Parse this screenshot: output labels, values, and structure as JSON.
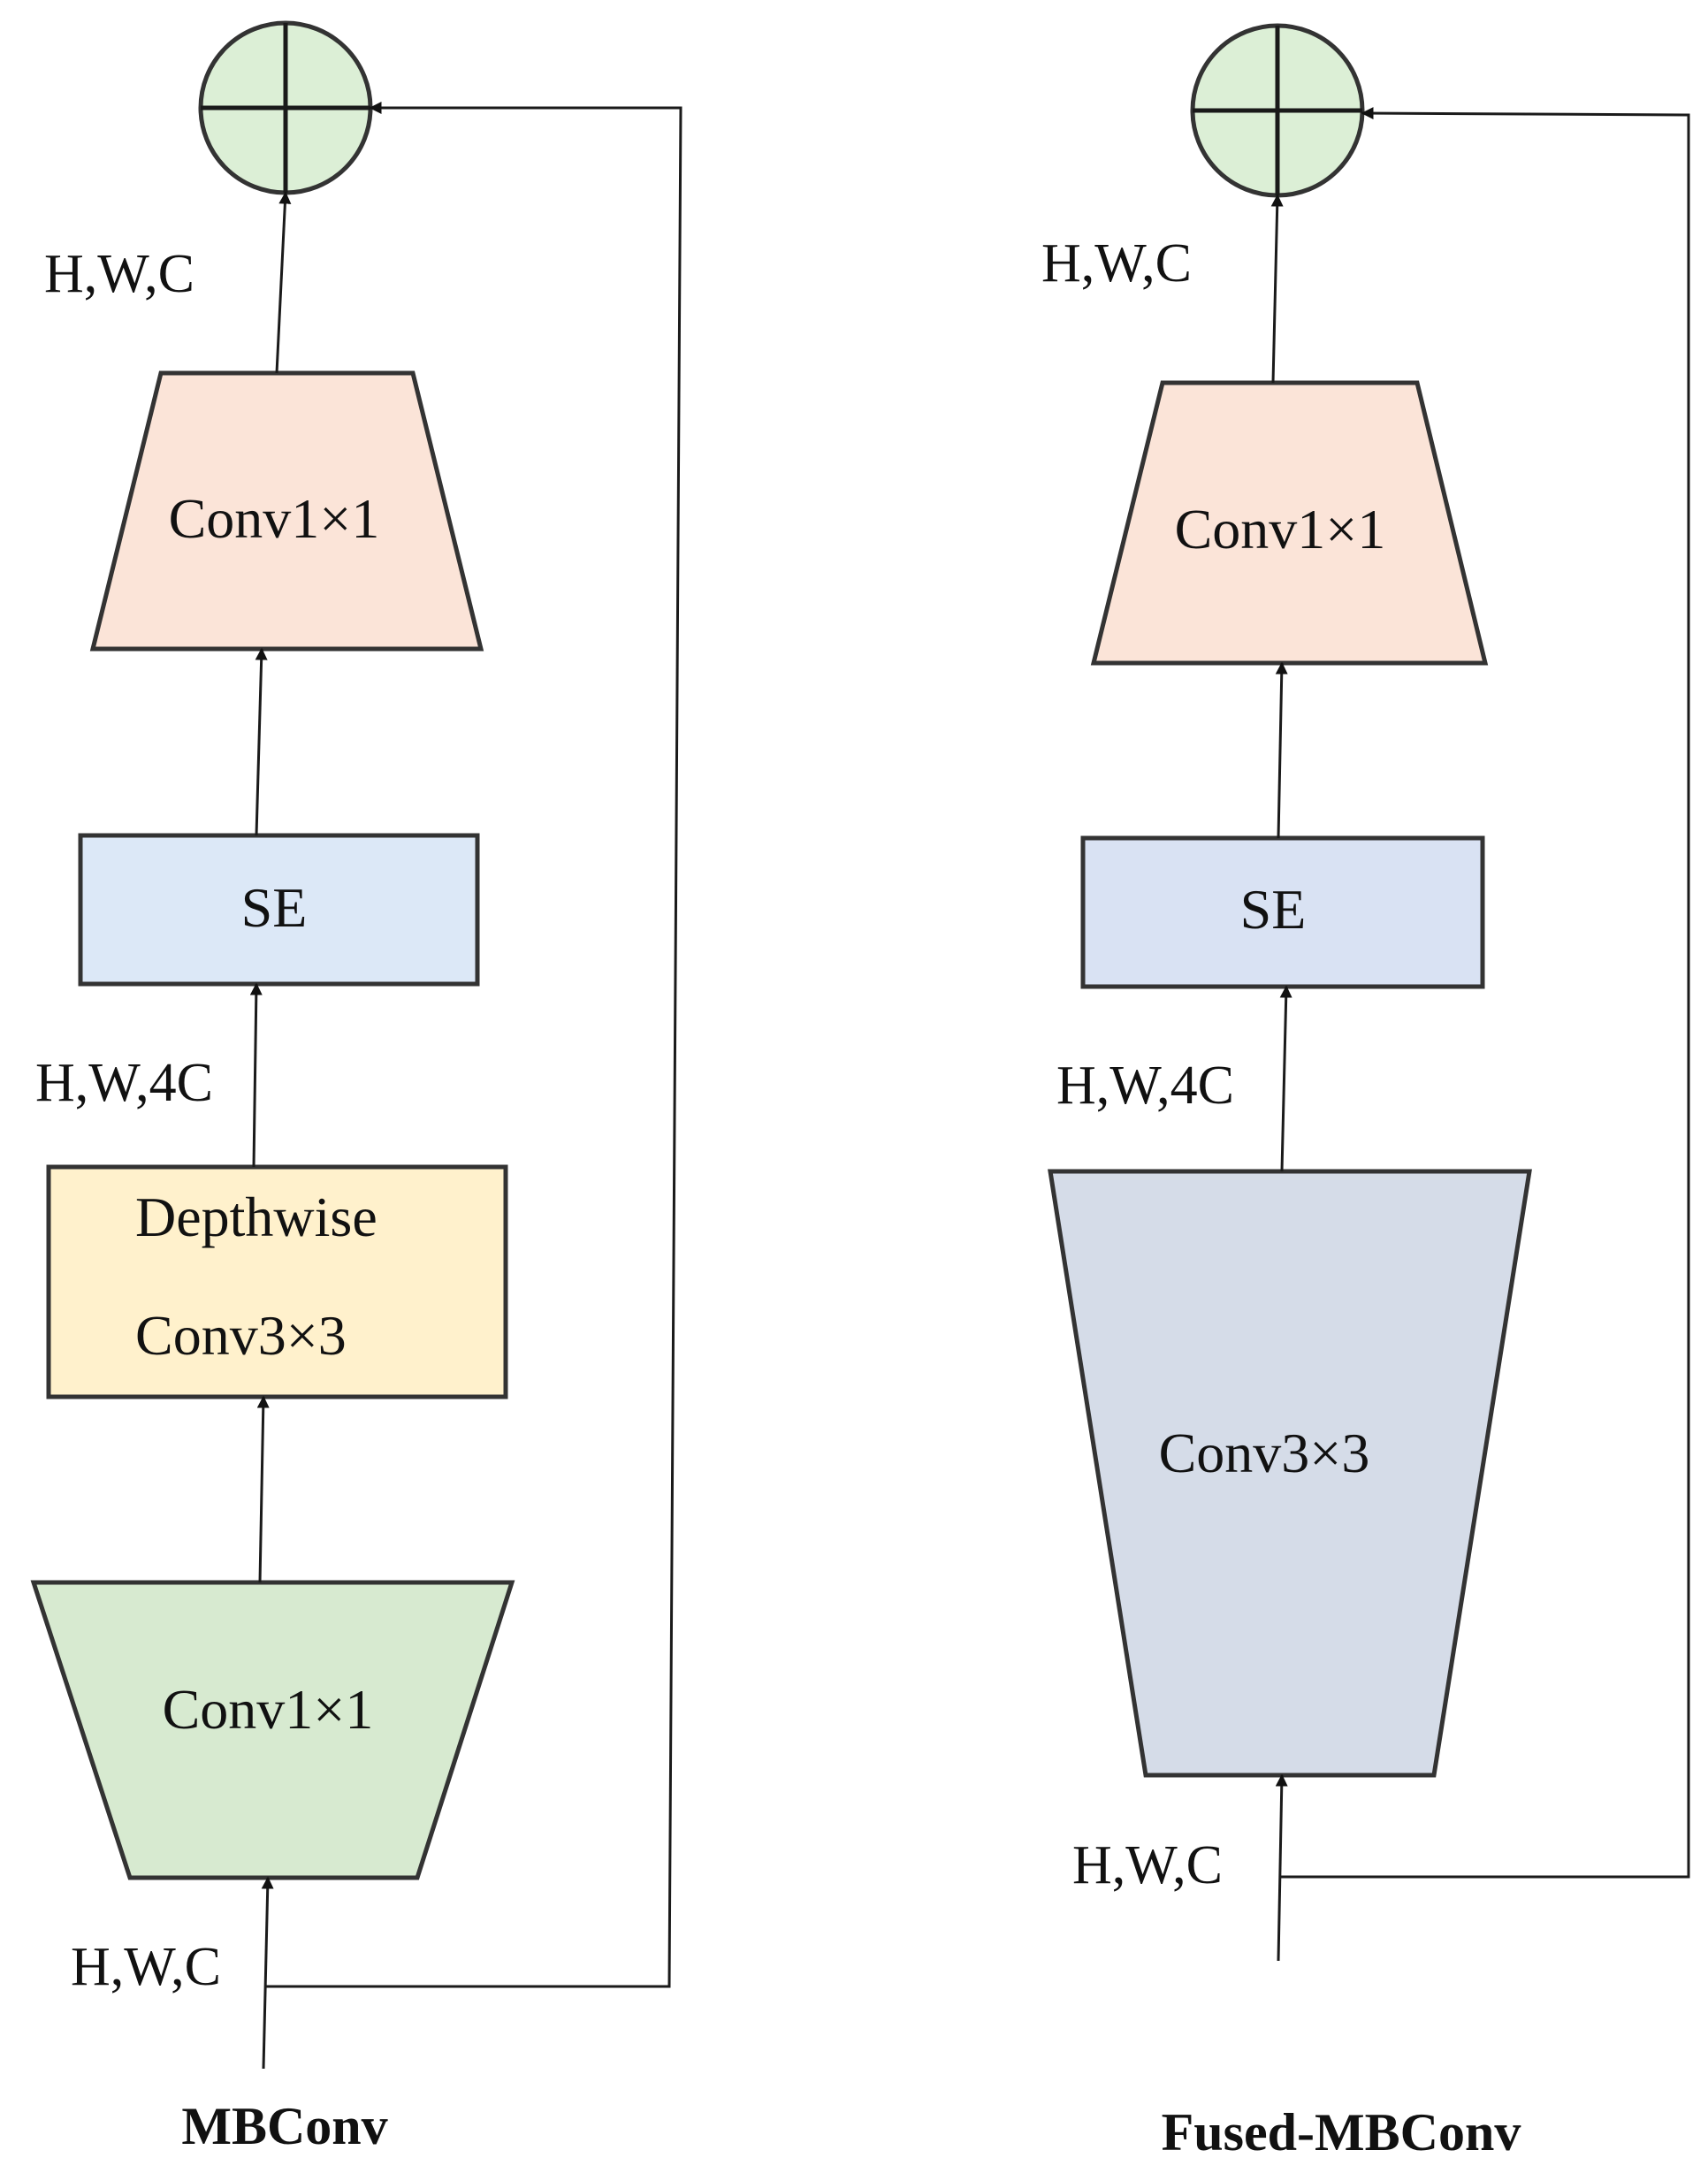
{
  "colors": {
    "add_fill": "#dcefd6",
    "conv1x1_out_fill": "#fbe4d8",
    "se_fill_left": "#dce8f7",
    "se_fill_right": "#d9e2f3",
    "depthwise_fill": "#fff1cc",
    "conv1x1_expand_fill": "#d7ead0",
    "conv3x3_fused_fill": "#d5dce8"
  },
  "icons": {
    "add": "plus-circle-icon"
  },
  "mbconv": {
    "title": "MBConv",
    "label_top": "H,W,C",
    "conv1x1_out": "Conv1×1",
    "se": "SE",
    "label_mid": "H,W,4C",
    "depthwise_line1": "Depthwise",
    "depthwise_line2": "Conv3×3",
    "conv1x1_expand": "Conv1×1",
    "label_input": "H,W,C"
  },
  "fused": {
    "title": "Fused-MBConv",
    "label_top": "H,W,C",
    "conv1x1_out": "Conv1×1",
    "se": "SE",
    "label_mid": "H,W,4C",
    "conv3x3": "Conv3×3",
    "label_input": "H,W,C"
  }
}
